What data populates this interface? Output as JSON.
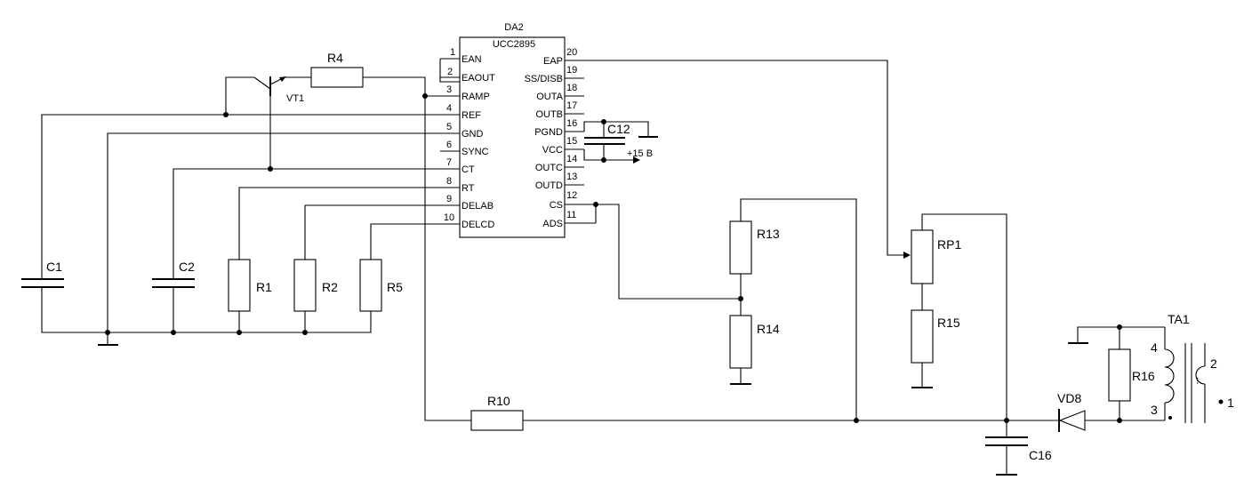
{
  "ic": {
    "designator": "DA2",
    "part": "UCC2895",
    "left_pins": [
      {
        "num": "1",
        "name": "EAN"
      },
      {
        "num": "2",
        "name": "EAOUT"
      },
      {
        "num": "3",
        "name": "RAMP"
      },
      {
        "num": "4",
        "name": "REF"
      },
      {
        "num": "5",
        "name": "GND"
      },
      {
        "num": "6",
        "name": "SYNC"
      },
      {
        "num": "7",
        "name": "CT"
      },
      {
        "num": "8",
        "name": "RT"
      },
      {
        "num": "9",
        "name": "DELAB"
      },
      {
        "num": "10",
        "name": "DELCD"
      }
    ],
    "right_pins": [
      {
        "num": "20",
        "name": "EAP"
      },
      {
        "num": "19",
        "name": "SS/DISB"
      },
      {
        "num": "18",
        "name": "OUTA"
      },
      {
        "num": "17",
        "name": "OUTB"
      },
      {
        "num": "16",
        "name": "PGND"
      },
      {
        "num": "15",
        "name": "VCC"
      },
      {
        "num": "14",
        "name": "OUTC"
      },
      {
        "num": "13",
        "name": "OUTD"
      },
      {
        "num": "12",
        "name": "CS"
      },
      {
        "num": "11",
        "name": "ADS"
      }
    ]
  },
  "components": {
    "r1": "R1",
    "r2": "R2",
    "r4": "R4",
    "r5": "R5",
    "r10": "R10",
    "r13": "R13",
    "r14": "R14",
    "r15": "R15",
    "r16": "R16",
    "rp1": "RP1",
    "c1": "C1",
    "c2": "C2",
    "c12": "C12",
    "c16": "C16",
    "vt1": "VT1",
    "vd8": "VD8",
    "ta1": "TA1"
  },
  "supply_label": "+15 В",
  "transformer_pins": {
    "p1": "1",
    "p2": "2",
    "p3": "3",
    "p4": "4"
  }
}
